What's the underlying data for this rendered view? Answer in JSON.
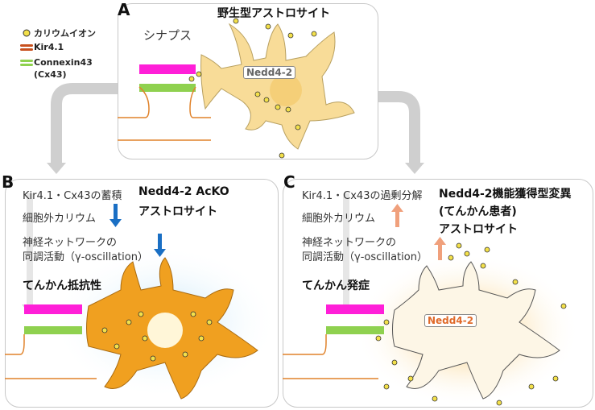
{
  "legend": {
    "potassium": "カリウムイオン",
    "kir": "Kir4.1",
    "cx43": "Connexin43",
    "cx43_abbr": "(Cx43)"
  },
  "panel_a": {
    "label": "A",
    "title": "野生型アストロサイト",
    "synapse": "シナプス",
    "nedd": "Nedd4-2"
  },
  "panel_b": {
    "label": "B",
    "line1": "Kir4.1・Cx43の蓄積",
    "line2": "細胞外カリウム",
    "line3a": "神経ネットワークの",
    "line3b": "同調活動（γ-oscillation）",
    "result": "てんかん抵抗性",
    "title1": "Nedd4-2 AcKO",
    "title2": "アストロサイト"
  },
  "panel_c": {
    "label": "C",
    "line1": "Kir4.1・Cx43の過剰分解",
    "line2": "細胞外カリウム",
    "line3a": "神経ネットワークの",
    "line3b": "同調活動（γ-oscillation）",
    "result": "てんかん発症",
    "title1": "Nedd4-2機能獲得型変異",
    "title2": "(てんかん患者)",
    "title3": "アストロサイト",
    "nedd": "Nedd4-2"
  },
  "colors": {
    "down_arrow": "#1a6fc4",
    "up_arrow": "#f0a07c",
    "astro_wt": "#f8dc98",
    "astro_ko": "#f0a020",
    "astro_c": "#fdf6e6",
    "presyn": "#ff1fd8",
    "postsyn": "#8fd14f",
    "connector": "#cfcfcf"
  }
}
